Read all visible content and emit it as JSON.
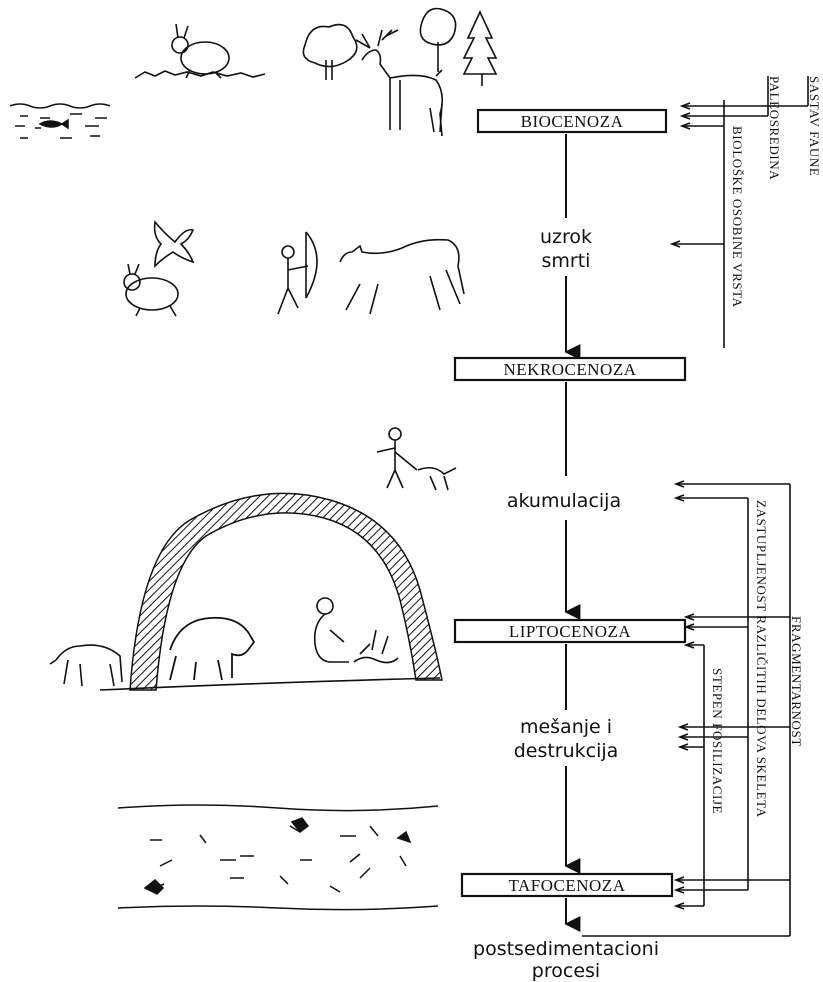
{
  "stages": {
    "biocenoza": "BIOCENOZA",
    "nekrocenoza": "NEKROCENOZA",
    "liptocenoza": "LIPTOCENOZA",
    "tafocenoza": "TAFOCENOZA"
  },
  "processes": {
    "uzrok_line1": "uzrok",
    "uzrok_line2": "smrti",
    "akumulacija": "akumulacija",
    "mesanje_line1": "mešanje i",
    "mesanje_line2": "destrukcija",
    "post_line1": "postsedimentacioni",
    "post_line2": "procesi"
  },
  "factors": {
    "sastav_faune": "SASTAV FAUNE",
    "paleosredina": "PALEOSREDINA",
    "bioloske": "BIOLOŠKE OSOBINE VRSTA",
    "fragmentarnost": "FRAGMENTARNOST",
    "zastupljenost": "ZASTUPLJENOST RAZLIČITIH DELOVA SKELETA",
    "stepen": "STEPEN FOSILIZACIJE"
  }
}
